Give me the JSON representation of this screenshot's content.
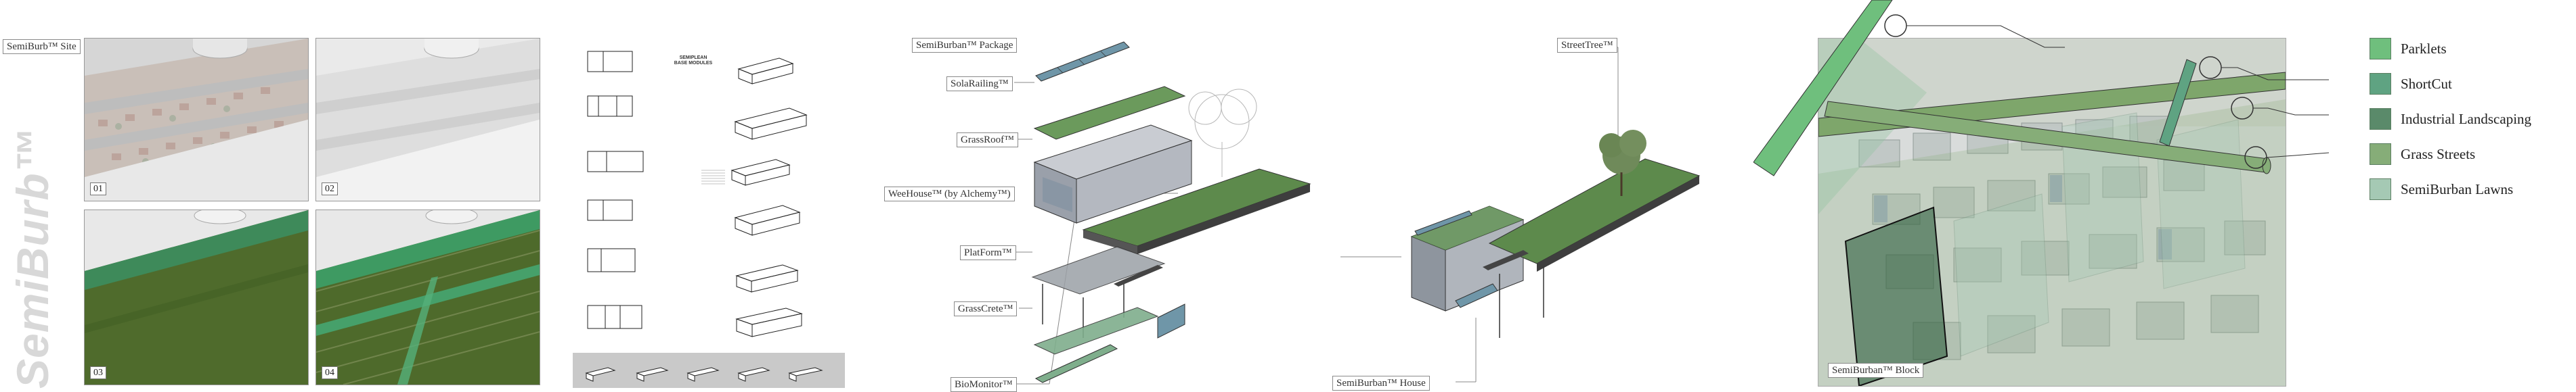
{
  "brand": {
    "title": "SemiBurb™"
  },
  "site": {
    "label": "SemiBurb™ Site",
    "panels": [
      {
        "number": "01"
      },
      {
        "number": "02"
      },
      {
        "number": "03"
      },
      {
        "number": "04"
      }
    ]
  },
  "catalog": {
    "heading": "SEMIPLEAN BASE MODULES"
  },
  "package": {
    "title": "SemiBurban™ Package",
    "labels": {
      "solarailing": "SolaRailing™",
      "grassroof": "GrassRoof™",
      "weehouse": "WeeHouse™ (by Alchemy™)",
      "platform": "PlatForm™",
      "grasscrete": "GrassCrete™",
      "biomonitor": "BioMonitor™"
    }
  },
  "house": {
    "streettree": "StreetTree™",
    "title": "SemiBurban™ House"
  },
  "block": {
    "title": "SemiBurban™ Block"
  },
  "legend": {
    "items": [
      {
        "label": "Parklets",
        "color": "#6fbf7d"
      },
      {
        "label": "ShortCut",
        "color": "#5fa382"
      },
      {
        "label": "Industrial Landscaping",
        "color": "#5a8a6a"
      },
      {
        "label": "Grass Streets",
        "color": "#86ad78"
      },
      {
        "label": "SemiBurban Lawns",
        "color": "#a5c9b4"
      }
    ]
  }
}
